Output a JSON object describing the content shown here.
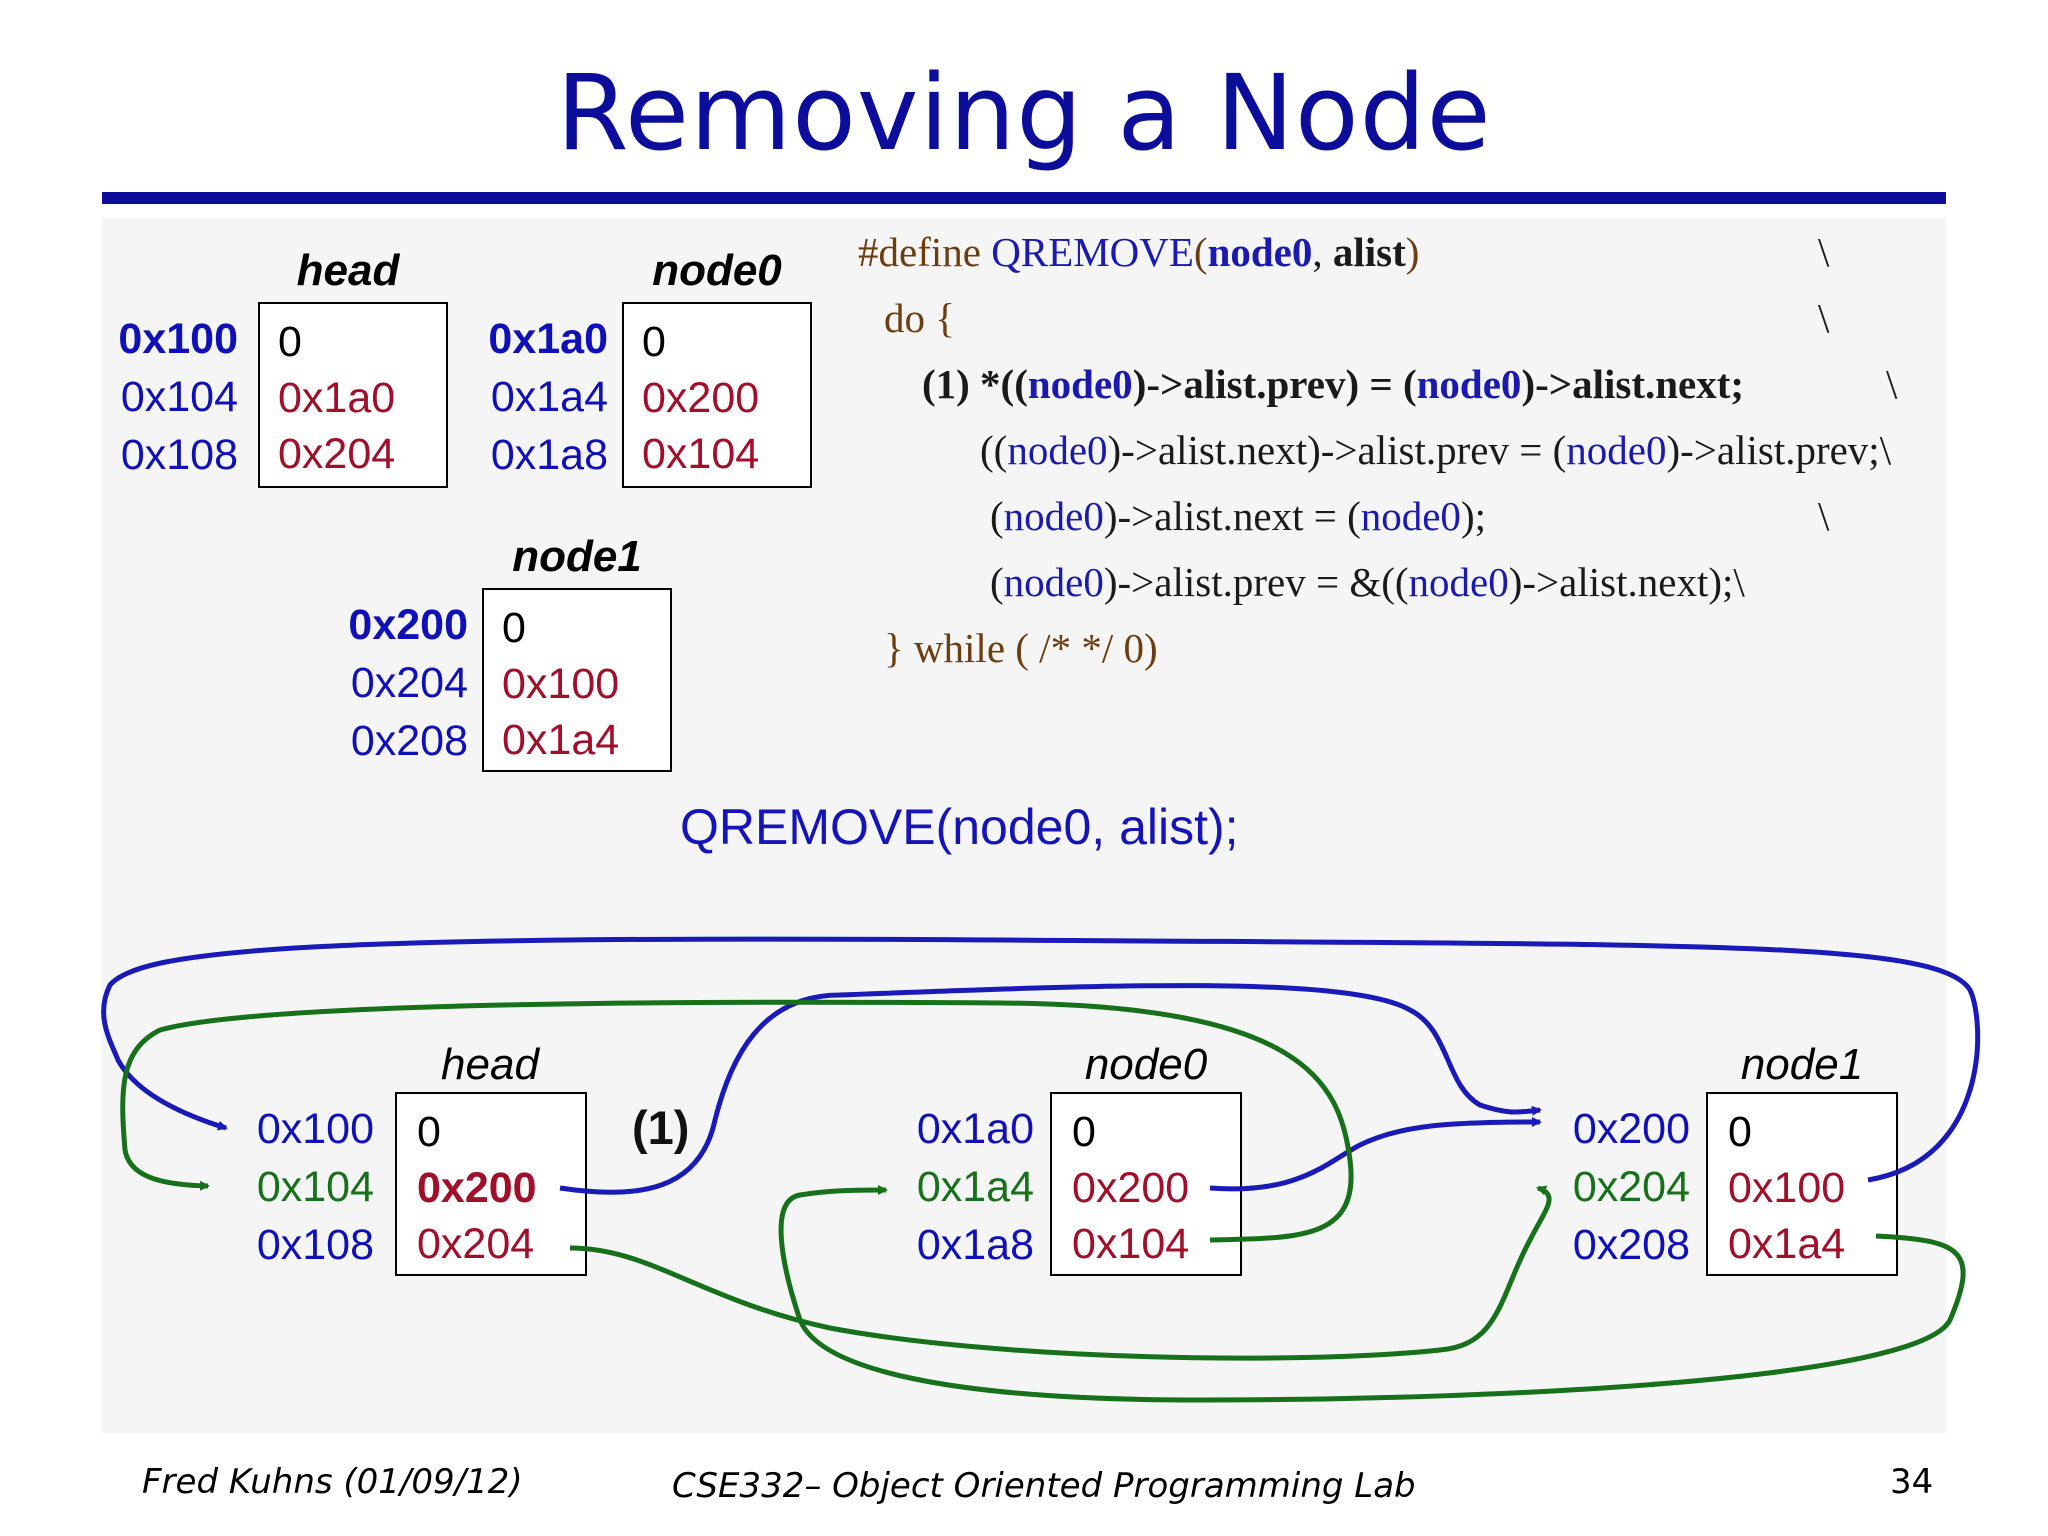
{
  "title": "Removing a Node",
  "top_diagram": {
    "nodes": [
      {
        "name": "head",
        "addresses": [
          "0x100",
          "0x104",
          "0x108"
        ],
        "values": [
          "0",
          "0x1a0",
          "0x204"
        ]
      },
      {
        "name": "node0",
        "addresses": [
          "0x1a0",
          "0x1a4",
          "0x1a8"
        ],
        "values": [
          "0",
          "0x200",
          "0x104"
        ]
      },
      {
        "name": "node1",
        "addresses": [
          "0x200",
          "0x204",
          "0x208"
        ],
        "values": [
          "0",
          "0x100",
          "0x1a4"
        ]
      }
    ]
  },
  "code": {
    "line1": {
      "define": "#define ",
      "macro": "QREMOVE",
      "open": "(",
      "arg1": "node0",
      "sep": ", ",
      "arg2": "alist",
      "close": ")",
      "cont": "\\"
    },
    "line2": {
      "text": "do {",
      "cont": "\\"
    },
    "line3": {
      "step": "(1) *((",
      "n1": "node0",
      "mid": ")->alist.prev) = (",
      "n2": "node0",
      "end": ")->alist.next;",
      "cont": "\\"
    },
    "line4": {
      "a": "((",
      "n1": "node0",
      "b": ")->alist.next)->alist.prev = (",
      "n2": "node0",
      "c": ")->alist.prev;\\"
    },
    "line5": {
      "a": "(",
      "n1": "node0",
      "b": ")->alist.next = (",
      "n2": "node0",
      "c": ");",
      "cont": "\\"
    },
    "line6": {
      "a": "(",
      "n1": "node0",
      "b": ")->alist.prev = &((",
      "n2": "node0",
      "c": ")->alist.next);\\"
    },
    "line7": {
      "text": "} while ( /* */ 0)"
    }
  },
  "macro_call": "QREMOVE(node0, alist);",
  "bottom_diagram": {
    "step_label": "(1)",
    "nodes": [
      {
        "name": "head",
        "addresses": [
          "0x100",
          "0x104",
          "0x108"
        ],
        "values": [
          "0",
          "0x200",
          "0x204"
        ]
      },
      {
        "name": "node0",
        "addresses": [
          "0x1a0",
          "0x1a4",
          "0x1a8"
        ],
        "values": [
          "0",
          "0x200",
          "0x104"
        ]
      },
      {
        "name": "node1",
        "addresses": [
          "0x200",
          "0x204",
          "0x208"
        ],
        "values": [
          "0",
          "0x100",
          "0x1a4"
        ]
      }
    ],
    "colors": {
      "next_pointer": "#1a1ab8",
      "prev_pointer": "#17701a"
    }
  },
  "footer": {
    "author": "Fred Kuhns (01/09/12)",
    "course": "CSE332– Object Oriented Programming Lab",
    "page": "34"
  }
}
